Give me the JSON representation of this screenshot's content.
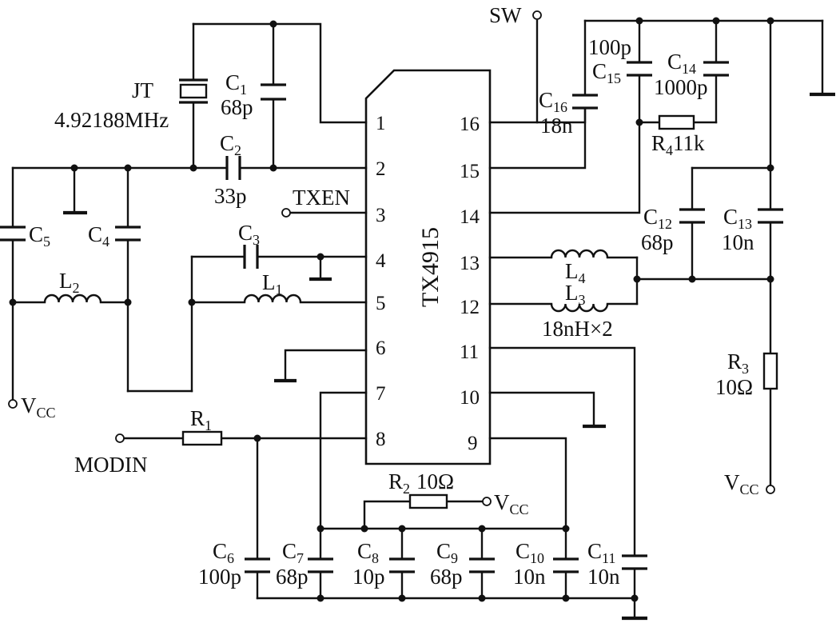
{
  "chip": {
    "name": "TX4915"
  },
  "pins": {
    "p1": "1",
    "p2": "2",
    "p3": "3",
    "p4": "4",
    "p5": "5",
    "p6": "6",
    "p7": "7",
    "p8": "8",
    "p9": "9",
    "p10": "10",
    "p11": "11",
    "p12": "12",
    "p13": "13",
    "p14": "14",
    "p15": "15",
    "p16": "16"
  },
  "signals": {
    "sw": "SW",
    "txen": "TXEN",
    "modin": "MODIN",
    "vcc": "V",
    "vcc_sub": "CC"
  },
  "crystal": {
    "ref": "JT",
    "freq": "4.92188MHz"
  },
  "components": {
    "c1": {
      "ref": "C",
      "sub": "1",
      "value": "68p"
    },
    "c2": {
      "ref": "C",
      "sub": "2",
      "value": "33p"
    },
    "c3": {
      "ref": "C",
      "sub": "3"
    },
    "c4": {
      "ref": "C",
      "sub": "4"
    },
    "c5": {
      "ref": "C",
      "sub": "5"
    },
    "c6": {
      "ref": "C",
      "sub": "6",
      "value": "100p"
    },
    "c7": {
      "ref": "C",
      "sub": "7",
      "value": "68p"
    },
    "c8": {
      "ref": "C",
      "sub": "8",
      "value": "10p"
    },
    "c9": {
      "ref": "C",
      "sub": "9",
      "value": "68p"
    },
    "c10": {
      "ref": "C",
      "sub": "10",
      "value": "10n"
    },
    "c11": {
      "ref": "C",
      "sub": "11",
      "value": "10n"
    },
    "c12": {
      "ref": "C",
      "sub": "12",
      "value": "68p"
    },
    "c13": {
      "ref": "C",
      "sub": "13",
      "value": "10n"
    },
    "c14": {
      "ref": "C",
      "sub": "14",
      "value": "1000p"
    },
    "c15": {
      "ref": "C",
      "sub": "15",
      "value": "100p"
    },
    "c16": {
      "ref": "C",
      "sub": "16",
      "value": "18n"
    },
    "l1": {
      "ref": "L",
      "sub": "1"
    },
    "l2": {
      "ref": "L",
      "sub": "2"
    },
    "l3": {
      "ref": "L",
      "sub": "3"
    },
    "l4": {
      "ref": "L",
      "sub": "4"
    },
    "l34_value": "18nH×2",
    "r1": {
      "ref": "R",
      "sub": "1"
    },
    "r2": {
      "ref": "R",
      "sub": "2",
      "value": "10Ω"
    },
    "r3": {
      "ref": "R",
      "sub": "3",
      "value": "10Ω"
    },
    "r4": {
      "ref": "R",
      "sub": "4",
      "value": "11k"
    }
  }
}
